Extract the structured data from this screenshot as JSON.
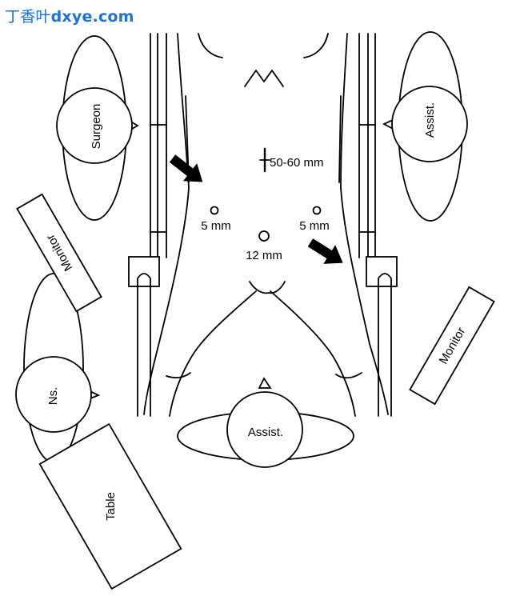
{
  "watermark": {
    "cn": "丁香叶",
    "en": "dxye.com",
    "color": "#1a73d9"
  },
  "staff": {
    "surgeon": "Surgeon",
    "assistant_right": "Assist.",
    "assistant_bottom": "Assist.",
    "nurse": "Ns."
  },
  "equipment": {
    "monitor_left": "Monitor",
    "monitor_right": "Monitor",
    "table": "Table"
  },
  "ports": {
    "left": "5 mm",
    "right": "5 mm",
    "center": "12 mm",
    "incision": "50-60 mm"
  }
}
